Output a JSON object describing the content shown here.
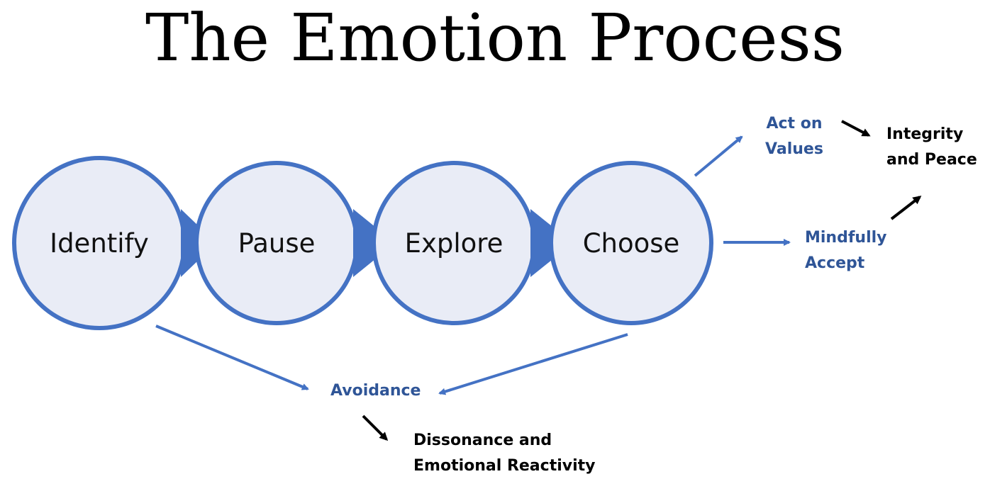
{
  "title": "The Emotion Process",
  "colors": {
    "blue": "#4472c4",
    "circle_fill": "#e9ecf6",
    "label_blue": "#2f5597",
    "black": "#000000"
  },
  "steps": [
    {
      "label": "Identify"
    },
    {
      "label": "Pause"
    },
    {
      "label": "Explore"
    },
    {
      "label": "Choose"
    }
  ],
  "outcomes": {
    "act_on_values": {
      "line1": "Act on",
      "line2": "Values"
    },
    "mindfully_accept": {
      "line1": "Mindfully",
      "line2": "Accept"
    },
    "integrity": {
      "line1": "Integrity",
      "line2": "and Peace"
    },
    "avoidance": {
      "line1": "Avoidance"
    },
    "dissonance": {
      "line1": "Dissonance and",
      "line2": "Emotional Reactivity"
    }
  }
}
